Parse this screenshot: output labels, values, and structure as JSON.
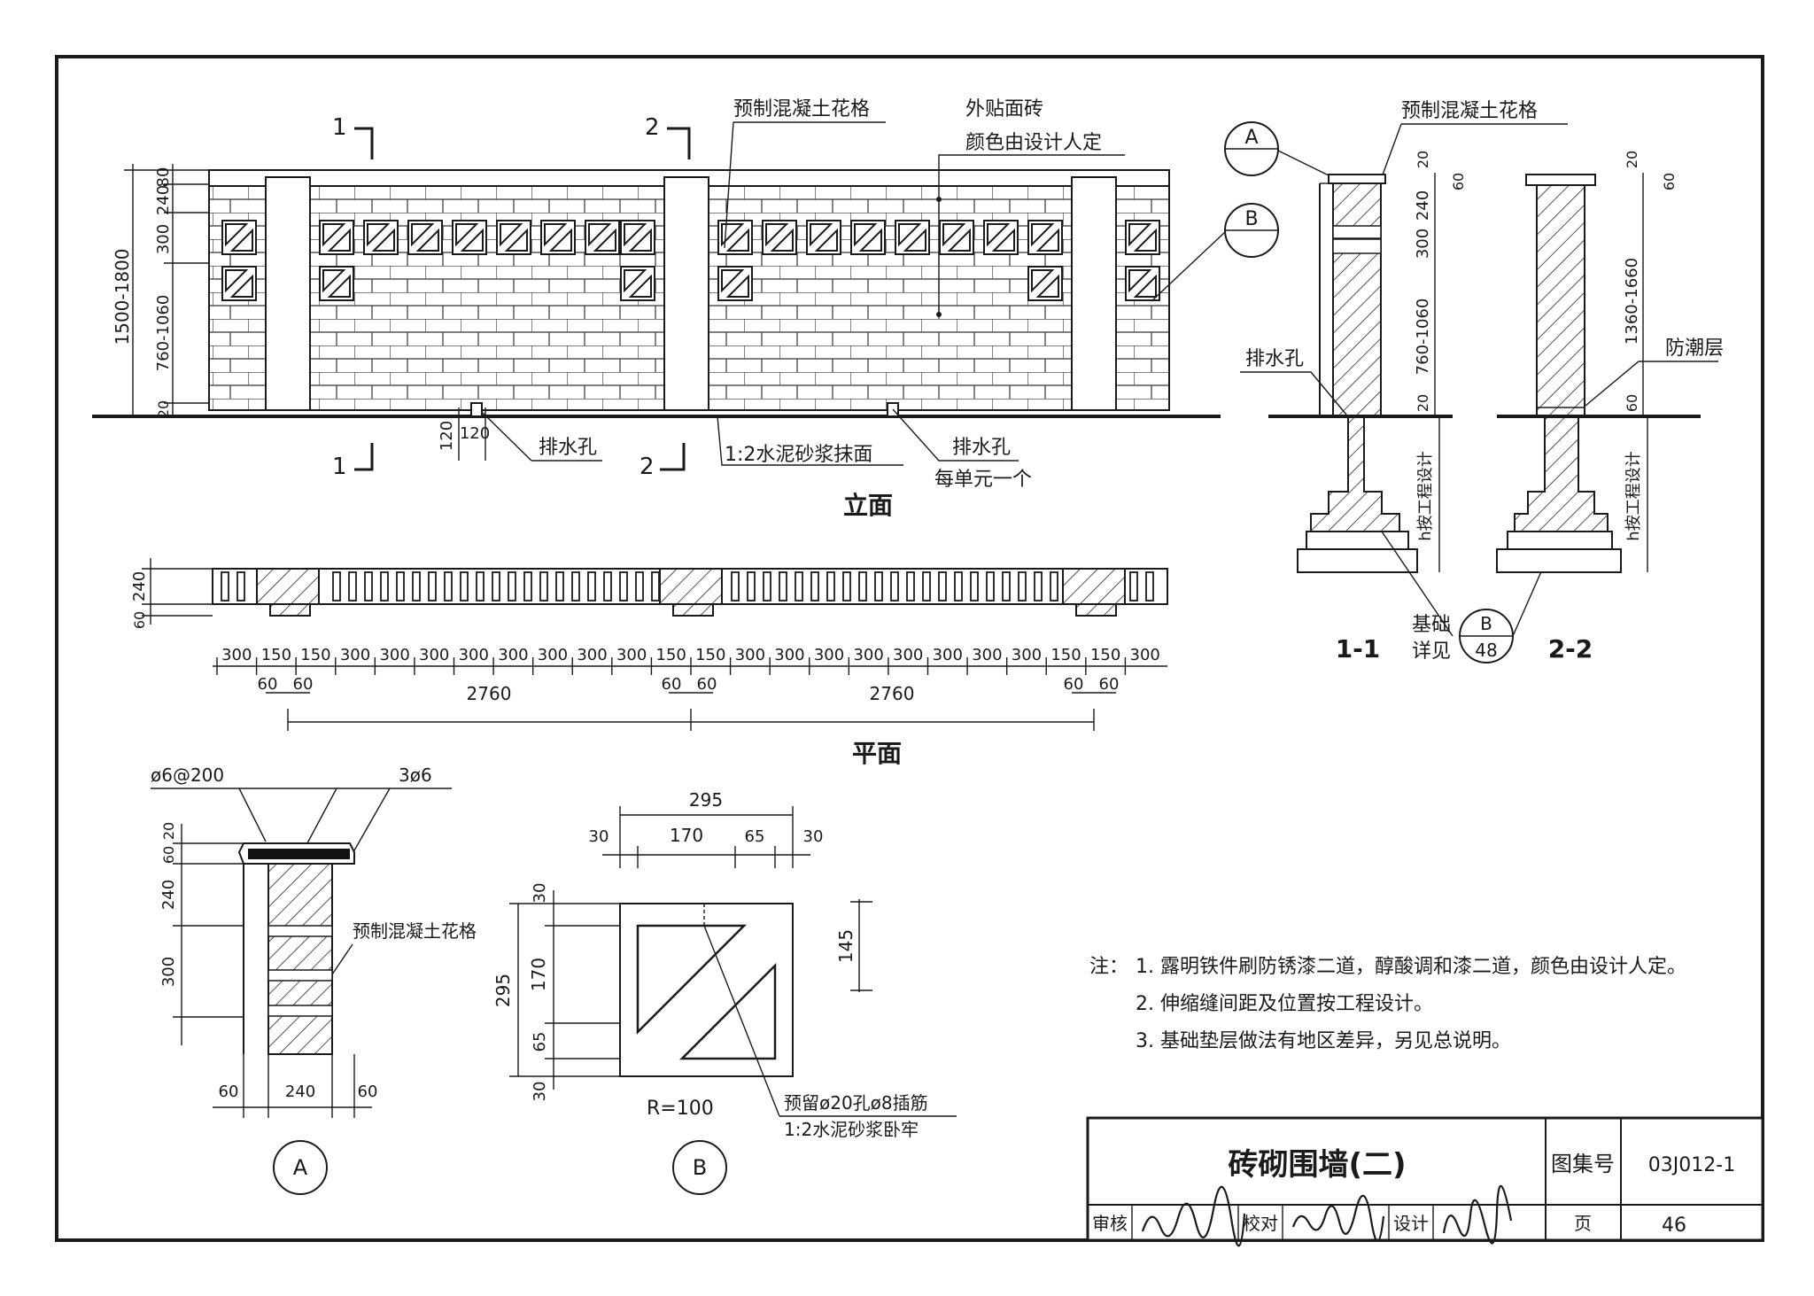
{
  "elevation": {
    "title": "立面",
    "sec1_mark": "1",
    "sec2_mark": "2",
    "label_grille": "预制混凝土花格",
    "label_tile_1": "外贴面砖",
    "label_tile_2": "颜色由设计人定",
    "label_drain": "排水孔",
    "label_drain_2": "排水孔",
    "label_drain_note": "每单元一个",
    "label_mortar": "1:2水泥砂浆抹面",
    "callout_a": "A",
    "callout_b": "B",
    "dim_total": "1500-1800",
    "dim_lower": "760-1060",
    "dim_300": "300",
    "dim_240": "240",
    "dim_80": "80",
    "dim_20": "20",
    "dim_120_v": "120",
    "dim_120_h": "120"
  },
  "plan": {
    "title": "平面",
    "dim_240": "240",
    "dim_60": "60",
    "top_dims": [
      "300",
      "150",
      "150",
      "300",
      "300",
      "300",
      "300",
      "300",
      "300",
      "300",
      "300",
      "150",
      "150",
      "300",
      "300",
      "300",
      "300",
      "300",
      "300",
      "300",
      "300",
      "150",
      "150",
      "300"
    ],
    "dim_60_items": [
      "60",
      "60",
      "60",
      "60",
      "60",
      "60"
    ],
    "span_1": "2760",
    "span_2": "2760"
  },
  "section_1_1": {
    "title": "1-1",
    "label_grille": "预制混凝土花格",
    "label_drain": "排水孔",
    "label_found_1": "基础",
    "label_found_2": "详见",
    "found_ref_top": "B",
    "found_ref_bot": "48",
    "dim_20": "20",
    "dim_60": "60",
    "dim_240": "240",
    "dim_300": "300",
    "dim_760": "760-1060",
    "dim_20b": "20",
    "dim_h": "h按工程设计"
  },
  "section_2_2": {
    "title": "2-2",
    "label_dpc": "防潮层",
    "dim_20": "20",
    "dim_60": "60",
    "dim_1360": "1360-1660",
    "dim_60b": "60",
    "dim_h": "h按工程设计"
  },
  "detail_a": {
    "mark": "A",
    "label_stirrup": "ø6@200",
    "label_bars": "3ø6",
    "label_grille": "预制混凝土花格",
    "dim_20": "20",
    "dim_60": "60",
    "dim_240": "240",
    "dim_300": "300",
    "bot_60a": "60",
    "bot_240": "240",
    "bot_60b": "60"
  },
  "detail_b": {
    "mark": "B",
    "dim_295_top": "295",
    "dim_30a": "30",
    "dim_170": "170",
    "dim_65": "65",
    "dim_30b": "30",
    "dim_145": "145",
    "dim_295_side": "295",
    "dim_v30a": "30",
    "dim_v170": "170",
    "dim_v65": "65",
    "dim_v30b": "30",
    "radius": "R=100",
    "label_hole": "预留ø20孔ø8插筋",
    "label_mortar": "1:2水泥砂浆卧牢"
  },
  "notes": {
    "lead": "注：",
    "items": [
      "1. 露明铁件刷防锈漆二道，醇酸调和漆二道，颜色由设计人定。",
      "2. 伸缩缝间距及位置按工程设计。",
      "3. 基础垫层做法有地区差异，另见总说明。"
    ]
  },
  "title_block": {
    "title": "砖砌围墙(二)",
    "atlas_label": "图集号",
    "atlas_no": "03J012-1",
    "review": "审核",
    "check": "校对",
    "design": "设计",
    "page_label": "页",
    "page_no": "46"
  }
}
